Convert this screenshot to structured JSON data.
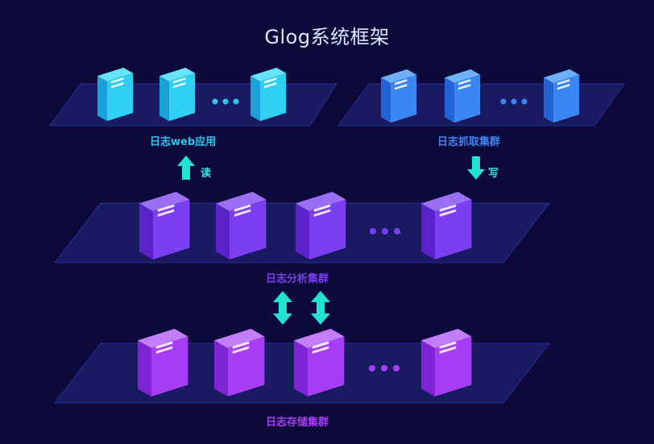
{
  "title": "Glog系统框架",
  "groups": {
    "web_app": {
      "label": "日志web应用",
      "color": "#29c6ee"
    },
    "crawl_cluster": {
      "label": "日志抓取集群",
      "color": "#2e7cf0"
    },
    "analysis_cluster": {
      "label": "日志分析集群",
      "color": "#7b3ef0"
    },
    "storage_cluster": {
      "label": "日志存储集群",
      "color": "#a73ef5"
    }
  },
  "arrows": {
    "read": "读",
    "write": "写"
  },
  "colors": {
    "background": "#0d0a3a",
    "platform_fill": "#1a1a63",
    "platform_edge": "#23309a",
    "arrow": "#21e3cf"
  }
}
